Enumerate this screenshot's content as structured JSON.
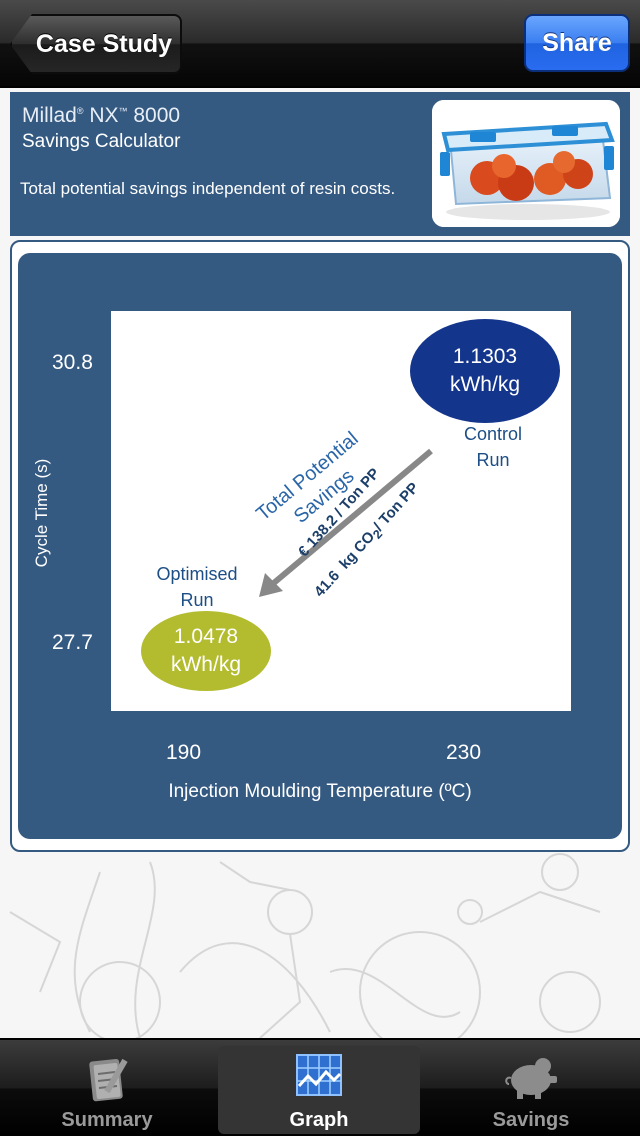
{
  "nav": {
    "back_label": "Case Study",
    "share_label": "Share"
  },
  "header": {
    "brand": "Millad",
    "brand_reg": "®",
    "brand_model_tm": "™",
    "brand_model": "NX",
    "brand_number": "8000",
    "subtitle": "Savings Calculator",
    "tagline": "Total potential savings independent of resin costs."
  },
  "graph": {
    "y_ticks": [
      "30.8",
      "27.7"
    ],
    "x_ticks": [
      "190",
      "230"
    ],
    "ylabel": "Cycle Time (s)",
    "xlabel": "Injection Moulding Temperature (ºC)",
    "control": {
      "energy_value": "1.1303",
      "energy_unit": "kWh/kg",
      "label_line1": "Control",
      "label_line2": "Run"
    },
    "optimised": {
      "energy_value": "1.0478",
      "energy_unit": "kWh/kg",
      "label_line1": "Optimised",
      "label_line2": "Run"
    },
    "savings_line1": "Total Potential",
    "savings_line2": "Savings",
    "money_saving": "€ 138.2 / Ton PP",
    "co2_value": "41.6",
    "co2_unit_pre": "kg CO",
    "co2_sub": "2",
    "co2_unit_post": "/ Ton PP",
    "colors": {
      "panel": "#355a82",
      "control_ellipse": "#14358c",
      "optimised_ellipse": "#b3bc2e",
      "arrow": "#888888"
    }
  },
  "tabs": [
    {
      "label": "Summary",
      "icon": "notepad-icon",
      "active": false
    },
    {
      "label": "Graph",
      "icon": "chart-icon",
      "active": true
    },
    {
      "label": "Savings",
      "icon": "piggy-bank-icon",
      "active": false
    }
  ]
}
